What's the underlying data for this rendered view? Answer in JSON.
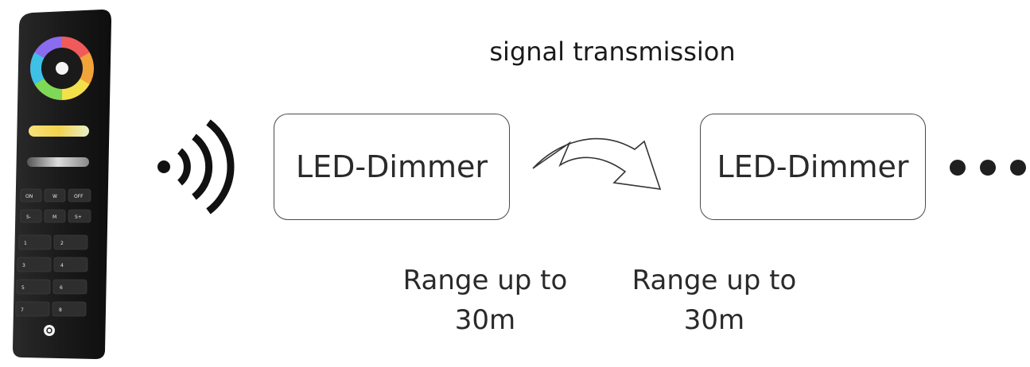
{
  "diagram": {
    "title": "signal transmission",
    "remote": {
      "icon": "rgb-remote-control-icon",
      "buttons": [
        "ON",
        "W",
        "OFF",
        "S-",
        "M",
        "S+"
      ],
      "zone_buttons": [
        "1",
        "2",
        "3",
        "4",
        "5",
        "6",
        "7",
        "8"
      ]
    },
    "wireless_icon": "wireless-signal-icon",
    "nodes": [
      {
        "label": "LED-Dimmer"
      },
      {
        "label": "LED-Dimmer"
      }
    ],
    "arrow_icon": "curved-arrow-icon",
    "continuation_icon": "ellipsis-icon",
    "ranges": [
      {
        "line1": "Range up to",
        "line2": "30m"
      },
      {
        "line1": "Range up to",
        "line2": "30m"
      }
    ],
    "colors": {
      "remote_body": "#1c1c1c",
      "box_border": "#4a4a4a",
      "text": "#2a2a2a"
    }
  }
}
